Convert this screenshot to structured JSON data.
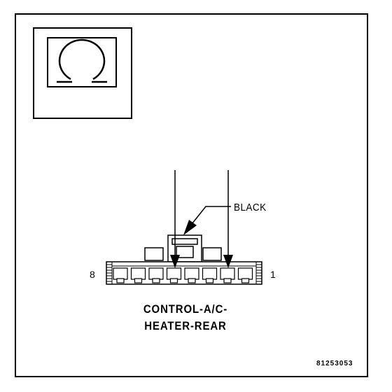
{
  "diagram": {
    "wire_color_label": "BLACK",
    "pin_left_label": "8",
    "pin_right_label": "1",
    "connector_name_line1": "CONTROL-A/C-",
    "connector_name_line2": "HEATER-REAR",
    "figure_id": "81253053",
    "pin_count": 8
  }
}
